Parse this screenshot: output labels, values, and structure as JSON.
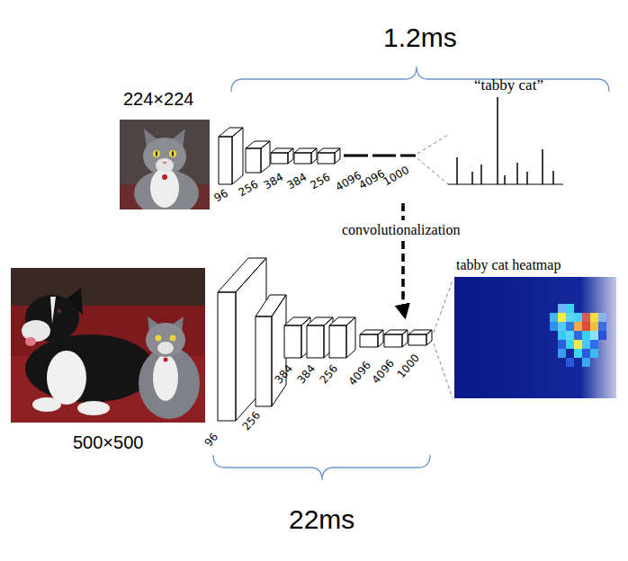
{
  "diagram": {
    "nodes": [
      {
        "text": [
          "tabby cat heatmap"
        ]
      }
    ],
    "labels": [
      "1.2ms",
      "224×224",
      "96",
      "256",
      "384",
      "384",
      "256",
      "4096",
      "4096",
      "1000",
      "“tabby cat”",
      "convolutionalization",
      "500×500",
      "96",
      "256",
      "384",
      "384",
      "256",
      "4096",
      "4096",
      "1000",
      "22ms"
    ]
  }
}
